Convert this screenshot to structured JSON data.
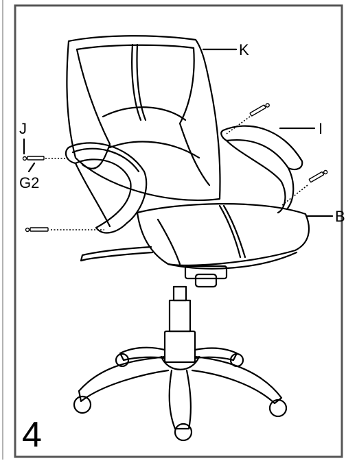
{
  "step_number": "4",
  "labels": {
    "k": "K",
    "i": "I",
    "j": "J",
    "g2": "G2",
    "b": "B"
  },
  "colors": {
    "line": "#000000",
    "background": "#ffffff",
    "border": "#555555"
  }
}
